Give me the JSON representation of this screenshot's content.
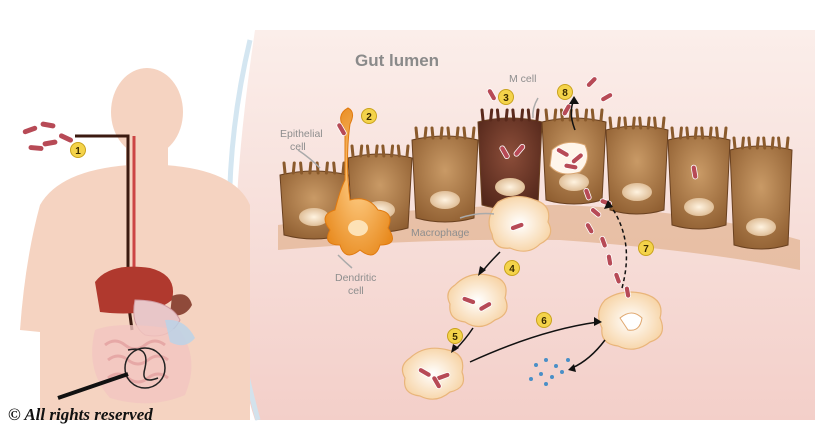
{
  "labels": {
    "gut_lumen": "Gut lumen",
    "m_cell": "M cell",
    "epithelial_1": "Epithelial",
    "epithelial_2": "cell",
    "macrophage": "Macrophage",
    "dendritic_1": "Dendritic",
    "dendritic_2": "cell"
  },
  "steps": [
    "1",
    "2",
    "3",
    "4",
    "5",
    "6",
    "7",
    "8"
  ],
  "copyright": "©  All rights reserved",
  "colors": {
    "background_panel": "#f6d9d4",
    "epithelium": "#9c6b3a",
    "m_cell": "#6e3a2a",
    "macrophage": "#fbe6c9",
    "dendritic": "#f4a23f",
    "bacteria": "#b74a56",
    "body": "#f7d6c4",
    "step_badge": "#f4d34a"
  }
}
